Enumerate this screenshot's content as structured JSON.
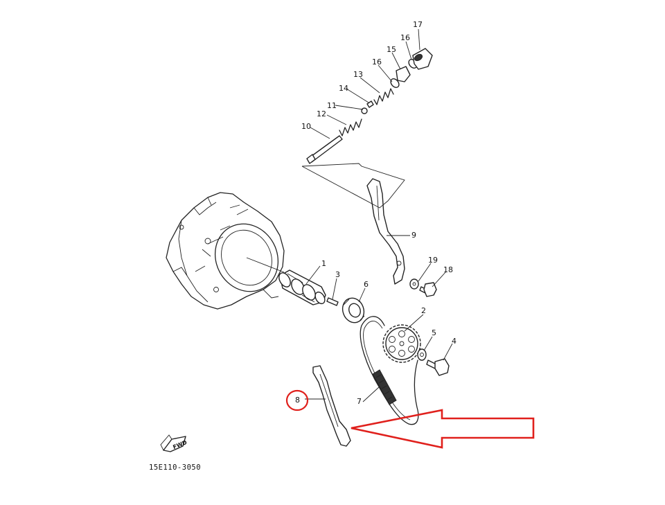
{
  "diagram": {
    "part_numbers": {
      "p1": "1",
      "p2": "2",
      "p3": "3",
      "p4": "4",
      "p5": "5",
      "p6": "6",
      "p7": "7",
      "p8": "8",
      "p9": "9",
      "p10": "10",
      "p11": "11",
      "p12": "12",
      "p13": "13",
      "p14": "14",
      "p15": "15",
      "p16a": "16",
      "p16b": "16",
      "p17": "17",
      "p18": "18",
      "p19": "19"
    },
    "drawing_code": "15E110-3050",
    "direction_badge": "FWD",
    "highlight_color": "#e0201c",
    "line_color": "#222222",
    "highlighted_part": "8"
  }
}
